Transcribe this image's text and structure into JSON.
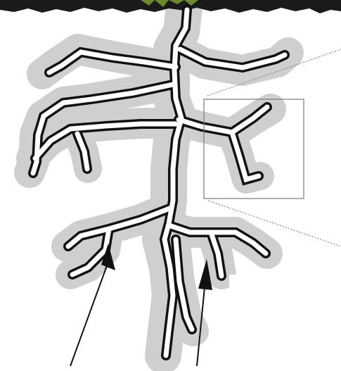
{
  "diagram": {
    "colors": {
      "background": "#ffffff",
      "halo": "#cfcfcf",
      "root_outline": "#111111",
      "root_fill": "#ffffff",
      "soil": "#1a1a1a",
      "grass": "#6b8a2e",
      "zoom_box": "#777777",
      "arrow": "#111111"
    },
    "elements": {
      "soil_surface": "soil-surface-band",
      "root_system": "branching-root-system",
      "halo": "gray-rhizosphere-halo",
      "zoom_box": "zoom-inset-frame",
      "arrows": [
        "left-pointer-arrow",
        "right-pointer-arrow"
      ]
    }
  }
}
